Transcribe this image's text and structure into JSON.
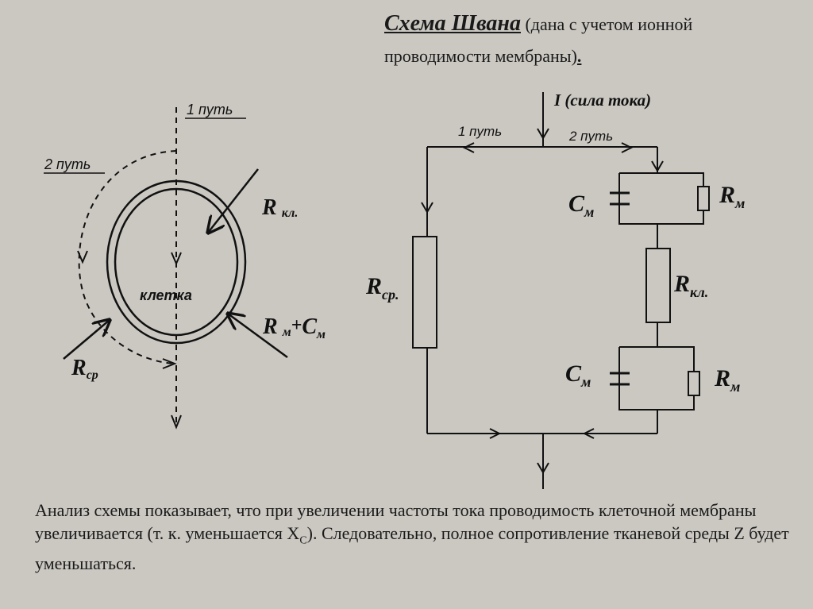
{
  "title": {
    "main": "Схема Швана",
    "rest": " (дана с учетом ионной проводимости мембраны)",
    "period": "."
  },
  "left_diagram": {
    "path1": "1 путь",
    "path2": "2 путь",
    "cell": "клетка",
    "r_kl": {
      "R": "R",
      "sub": "кл."
    },
    "r_m_c_m": {
      "R": "R",
      "rsub": "м",
      "plus": "+",
      "C": "C",
      "csub": "м"
    },
    "r_cp": {
      "R": "R",
      "sub": "ср"
    }
  },
  "right_diagram": {
    "current": "I (сила тока)",
    "path1": "1 путь",
    "path2": "2 путь",
    "c_top": {
      "C": "C",
      "sub": "м"
    },
    "r_top": {
      "R": "R",
      "sub": "м"
    },
    "r_cp": {
      "R": "R",
      "sub": "ср."
    },
    "r_kl": {
      "R": "R",
      "sub": "кл."
    },
    "c_bot": {
      "C": "C",
      "sub": "м"
    },
    "r_bot": {
      "R": "R",
      "sub": "м"
    }
  },
  "analysis": {
    "text_a": "Анализ схемы показывает, что при увеличении частоты тока проводимость клеточной мембраны увеличивается (т. к. уменьшается X",
    "sub": "C",
    "text_b": "). Следовательно, полное сопротивление тканевой среды Z будет уменьшаться."
  }
}
